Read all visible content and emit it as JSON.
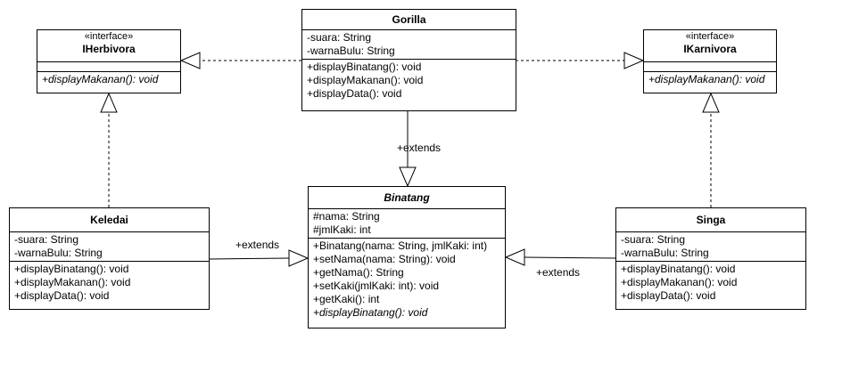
{
  "classes": {
    "gorilla": {
      "name": "Gorilla",
      "attributes": [
        "-suara: String",
        "-warnaBulu: String"
      ],
      "methods": [
        "+displayBinatang(): void",
        "+displayMakanan(): void",
        "+displayData(): void"
      ]
    },
    "iherbivora": {
      "stereotype": "«interface»",
      "name": "IHerbivora",
      "methods": [
        "+displayMakanan(): void"
      ]
    },
    "ikarnivora": {
      "stereotype": "«interface»",
      "name": "IKarnivora",
      "methods": [
        "+displayMakanan(): void"
      ]
    },
    "binatang": {
      "name": "Binatang",
      "attributes": [
        "#nama: String",
        "#jmlKaki: int"
      ],
      "methods": [
        "+Binatang(nama: String, jmlKaki: int)",
        "+setNama(nama: String): void",
        "+getNama(): String",
        "+setKaki(jmlKaki: int): void",
        "+getKaki(): int",
        "+displayBinatang(): void"
      ]
    },
    "keledai": {
      "name": "Keledai",
      "attributes": [
        "-suara: String",
        "-warnaBulu: String"
      ],
      "methods": [
        "+displayBinatang(): void",
        "+displayMakanan(): void",
        "+displayData(): void"
      ]
    },
    "singa": {
      "name": "Singa",
      "attributes": [
        "-suara: String",
        "-warnaBulu: String"
      ],
      "methods": [
        "+displayBinatang(): void",
        "+displayMakanan(): void",
        "+displayData(): void"
      ]
    }
  },
  "relations": {
    "gorilla_extends": "+extends",
    "keledai_extends": "+extends",
    "singa_extends": "+extends"
  }
}
